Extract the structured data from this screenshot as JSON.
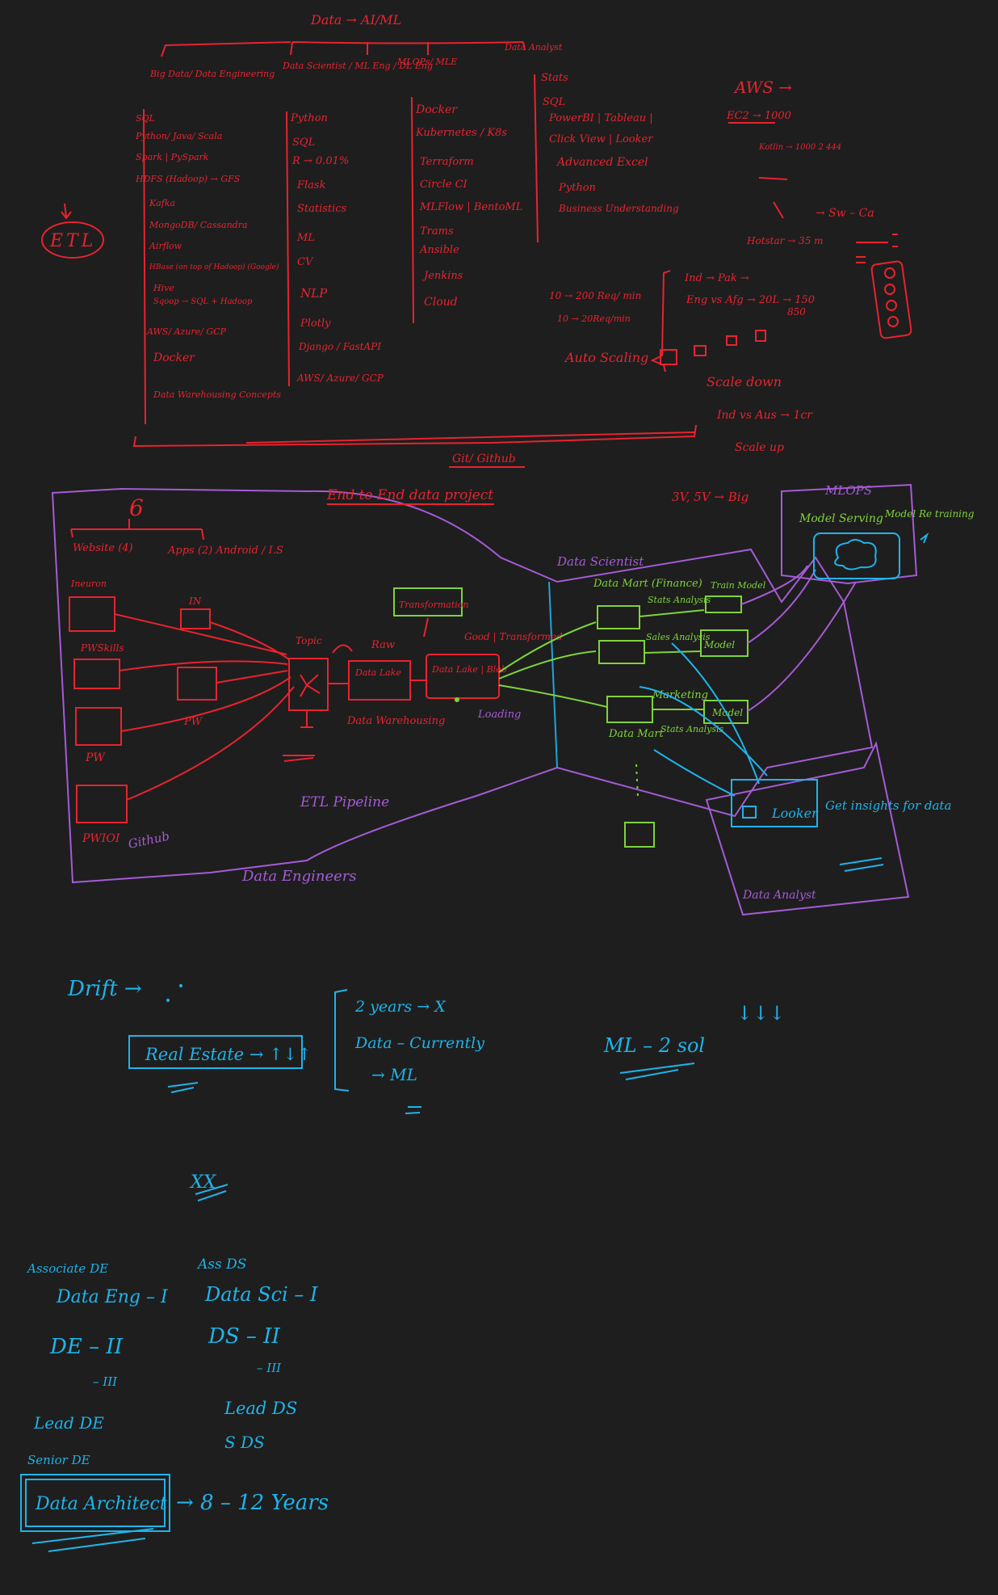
{
  "colors": {
    "background": "#1e1e1e",
    "red": "#e8232f",
    "green": "#7fd33a",
    "blue": "#1fb3ea",
    "purple": "#a55bd6"
  },
  "roadmap": {
    "title": "Data → AI/ML",
    "columns": [
      {
        "header": "Big Data/ Data Engineering",
        "items": [
          "SQL",
          "Python/ Java/ Scala",
          "Spark | PySpark",
          "HDFS (Hadoop) → GFS",
          "Kafka",
          "MongoDB/ Cassandra",
          "Airflow",
          "HBase (on top of Hadoop) (Google)",
          "Hive",
          "Sqoop → SQL + Hadoop",
          "AWS/ Azure/ GCP",
          "Docker",
          "Data Warehousing Concepts"
        ]
      },
      {
        "header": "Data Scientist / ML Eng / DL Eng",
        "items": [
          "Python",
          "SQL",
          "R → 0.01%",
          "Flask",
          "Statistics",
          "ML",
          "CV",
          "NLP",
          "Plotly",
          "Django / FastAPI",
          "AWS/ Azure/ GCP"
        ]
      },
      {
        "header": "MLOPs/ MLE",
        "items": [
          "Docker",
          "Kubernetes / K8s",
          "Terraform",
          "Circle CI",
          "MLFlow | BentoML",
          "Trams",
          "Ansible",
          "Jenkins",
          "Cloud"
        ]
      },
      {
        "header": "Data Analyst",
        "items": [
          "Stats",
          "SQL",
          "PowerBI | Tableau |",
          "Click View | Looker",
          "Advanced Excel",
          "Python",
          "Business Understanding"
        ]
      }
    ],
    "etl_label": "ETL",
    "footer": "Git/ Github"
  },
  "aws_notes": {
    "title": "AWS →",
    "ec2": "EC2 → 1000",
    "kotlin": "Kotlin → 1000 2 444",
    "hotstar": "Hotstar → 35 m",
    "sw": "→ Sw – Ca",
    "requests1": "10 → 200 Req/ min",
    "requests2": "10 → 20Req/min",
    "ind_pak": "Ind → Pak →",
    "eng": "Eng vs Afg → 20L → 150",
    "num": "850",
    "autoscaling": "Auto Scaling",
    "scaledown": "Scale down",
    "indvsaus": "Ind vs Aus → 1cr",
    "scaleup": "Scale up"
  },
  "pipeline": {
    "title": "End to End data project",
    "v3": "3V, 5V → Big",
    "count": "6",
    "websites": "Website (4)",
    "apps": "Apps (2) Android / I.S",
    "sources": [
      "Ineuron",
      "IN",
      "PWSkills",
      "PW",
      "PW",
      "PWIOI"
    ],
    "github": "Github",
    "topic": "Topic",
    "raw": "Raw",
    "datalake": "Data Lake",
    "warehousing": "Data Warehousing",
    "transformation": "Transformation",
    "delta": "Data Lake | Blob",
    "good": "Good | Transformed",
    "loading": "Loading",
    "etl": "ETL Pipeline",
    "engineers": "Data Engineers",
    "scientist": "Data Scientist",
    "datamart": "Data Mart (Finance)",
    "finance_stats": "Stats Analysis",
    "train": "Train Model",
    "sales": "Sales Analysis",
    "model1": "Model",
    "marketing": "Marketing",
    "datamart2": "Data Mart",
    "stats2": "Stats Analysis",
    "model2": "Model",
    "mlops": "MLOPS",
    "serving": "Model Serving",
    "retrain": "Model Re training",
    "looker": "Looker",
    "insights": "Get insights for data",
    "analyst": "Data Analyst"
  },
  "notes": {
    "drift": "Drift →",
    "realestate": "Real Estate → ↑↓↑",
    "years": "2 years → X",
    "datacurrently": "Data – Currently",
    "ml": "→ ML",
    "mlsol": "ML – 2 sol",
    "arrows": "↓↓↓",
    "xx": "XX"
  },
  "career": {
    "left": [
      "Associate DE",
      "Data Eng – I",
      "DE – II",
      "– III",
      "Lead DE",
      "Senior DE"
    ],
    "right": [
      "Ass DS",
      "Data Sci – I",
      "DS – II",
      "– III",
      "Lead DS",
      "S DS"
    ],
    "architect": "Data Architect",
    "years": "→ 8 – 12 Years"
  }
}
